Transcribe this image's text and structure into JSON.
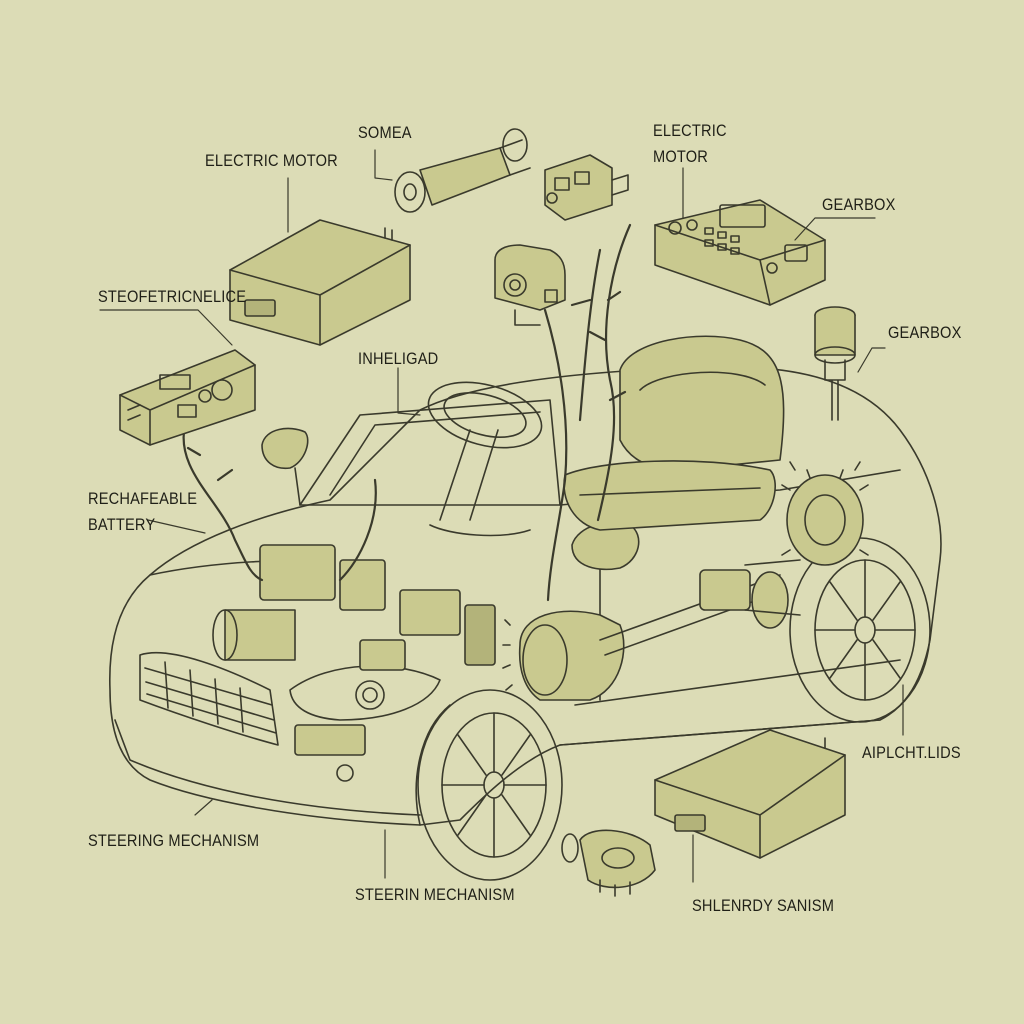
{
  "colors": {
    "background": "#dcdcb6",
    "line": "#3a3a2c",
    "part_fill": "#c9c98f",
    "part_fill_dark": "#b3b37a",
    "label": "#1f1f17"
  },
  "labels": {
    "electric_motor_left": "ELECTRIC MOTOR",
    "somea": "SOMEA",
    "electric_motor_right": "ELECTRIC\nMOTOR",
    "gearbox_top": "GEARBOX",
    "gearbox_mid": "GEARBOX",
    "steofetricnelice": "STEOFETRICNELICE",
    "inheligad": "INHELIGAD",
    "rechargeable_battery": "RECHAFEABLE\nBATTERY",
    "steering_mechanism_left": "STEERING MECHANISM",
    "steerin_mechanism_center": "STEERIN MECHANISM",
    "shlenrdy_sansm": "SHLENRDY SANISM",
    "aiplcht_lids": "AIPLCHT.LIDS"
  }
}
